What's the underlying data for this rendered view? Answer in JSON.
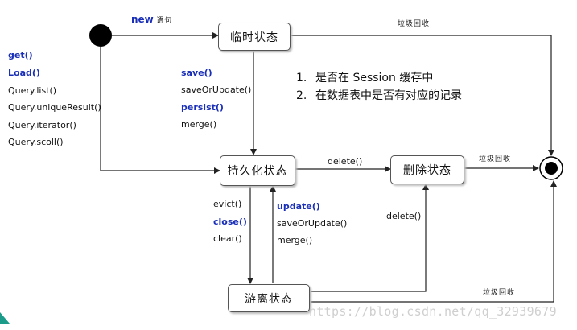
{
  "states": {
    "transient": "临时状态",
    "persistent": "持久化状态",
    "removed": "删除状态",
    "detached": "游离状态"
  },
  "transitions": {
    "new_label": "new",
    "new_suffix": "语句",
    "gc_top": "垃圾回收",
    "gc_middle": "垃圾回收",
    "gc_bottom": "垃圾回收",
    "delete_top": "delete()",
    "delete_side": "delete()"
  },
  "query_methods": [
    "get()",
    "Load()",
    "Query.list()",
    "Query.uniqueResult()",
    "Query.iterator()",
    "Query.scoll()"
  ],
  "save_methods": [
    "save()",
    "saveOrUpdate()",
    "persist()",
    "merge()"
  ],
  "evict_methods": [
    "evict()",
    "close()",
    "clear()"
  ],
  "update_methods": [
    "update()",
    "saveOrUpdate()",
    "merge()"
  ],
  "notes": [
    {
      "num": "1.",
      "text": "是否在 Session 缓存中"
    },
    {
      "num": "2.",
      "text": "在数据表中是否有对应的记录"
    }
  ],
  "watermark": "https://blog.csdn.net/qq_32939679",
  "colors": {
    "highlight": "#1a2fb8",
    "line": "#222222",
    "watermark": "#cfcfcf",
    "corner": "#1b9b8a"
  }
}
